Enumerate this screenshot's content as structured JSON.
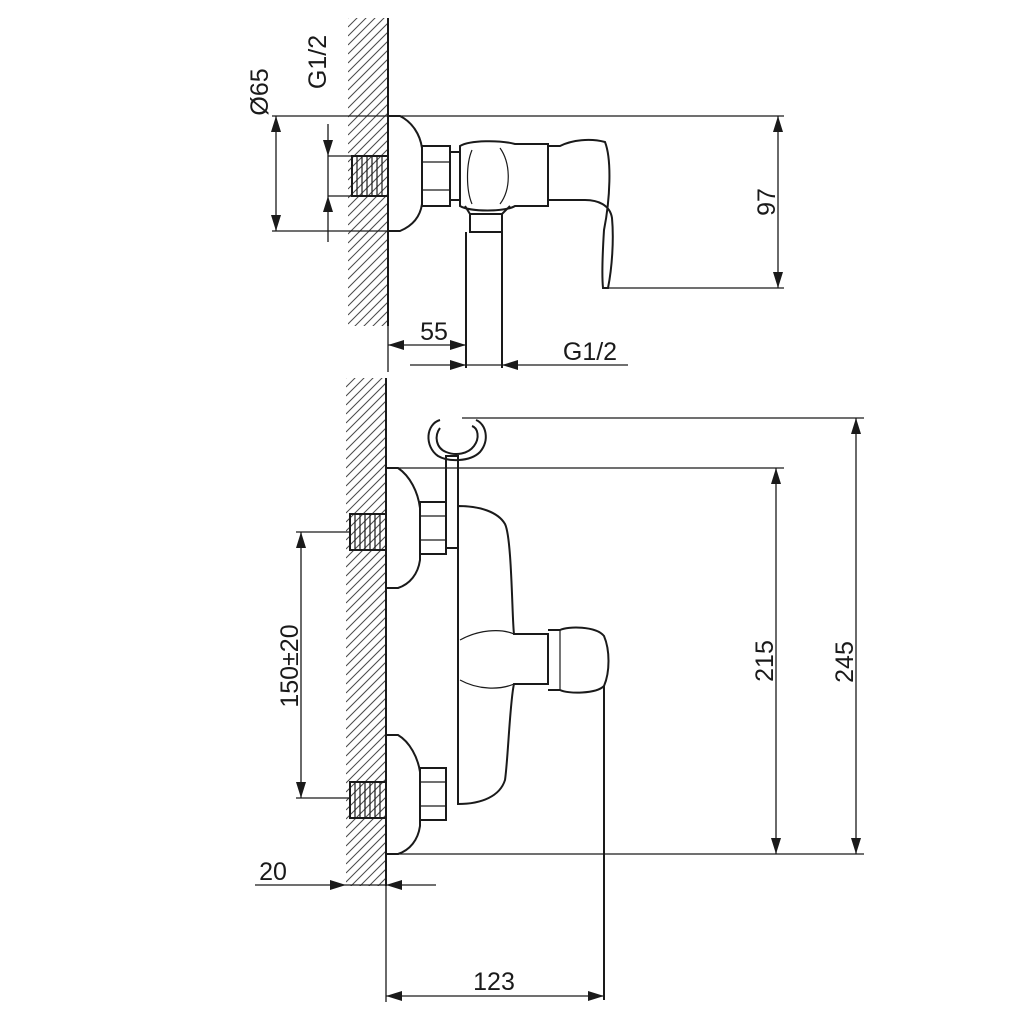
{
  "top_view": {
    "diameter_label": "Ø65",
    "thread_label": "G1/2",
    "height_label": "97",
    "offset_label": "55",
    "outlet_thread_label": "G1/2"
  },
  "front_view": {
    "spacing_label": "150±20",
    "height_body_label": "215",
    "height_total_label": "245",
    "wall_label": "20",
    "depth_label": "123"
  },
  "colors": {
    "line": "#1a1a1a",
    "hatch": "#4a4a4a",
    "background": "#ffffff"
  }
}
